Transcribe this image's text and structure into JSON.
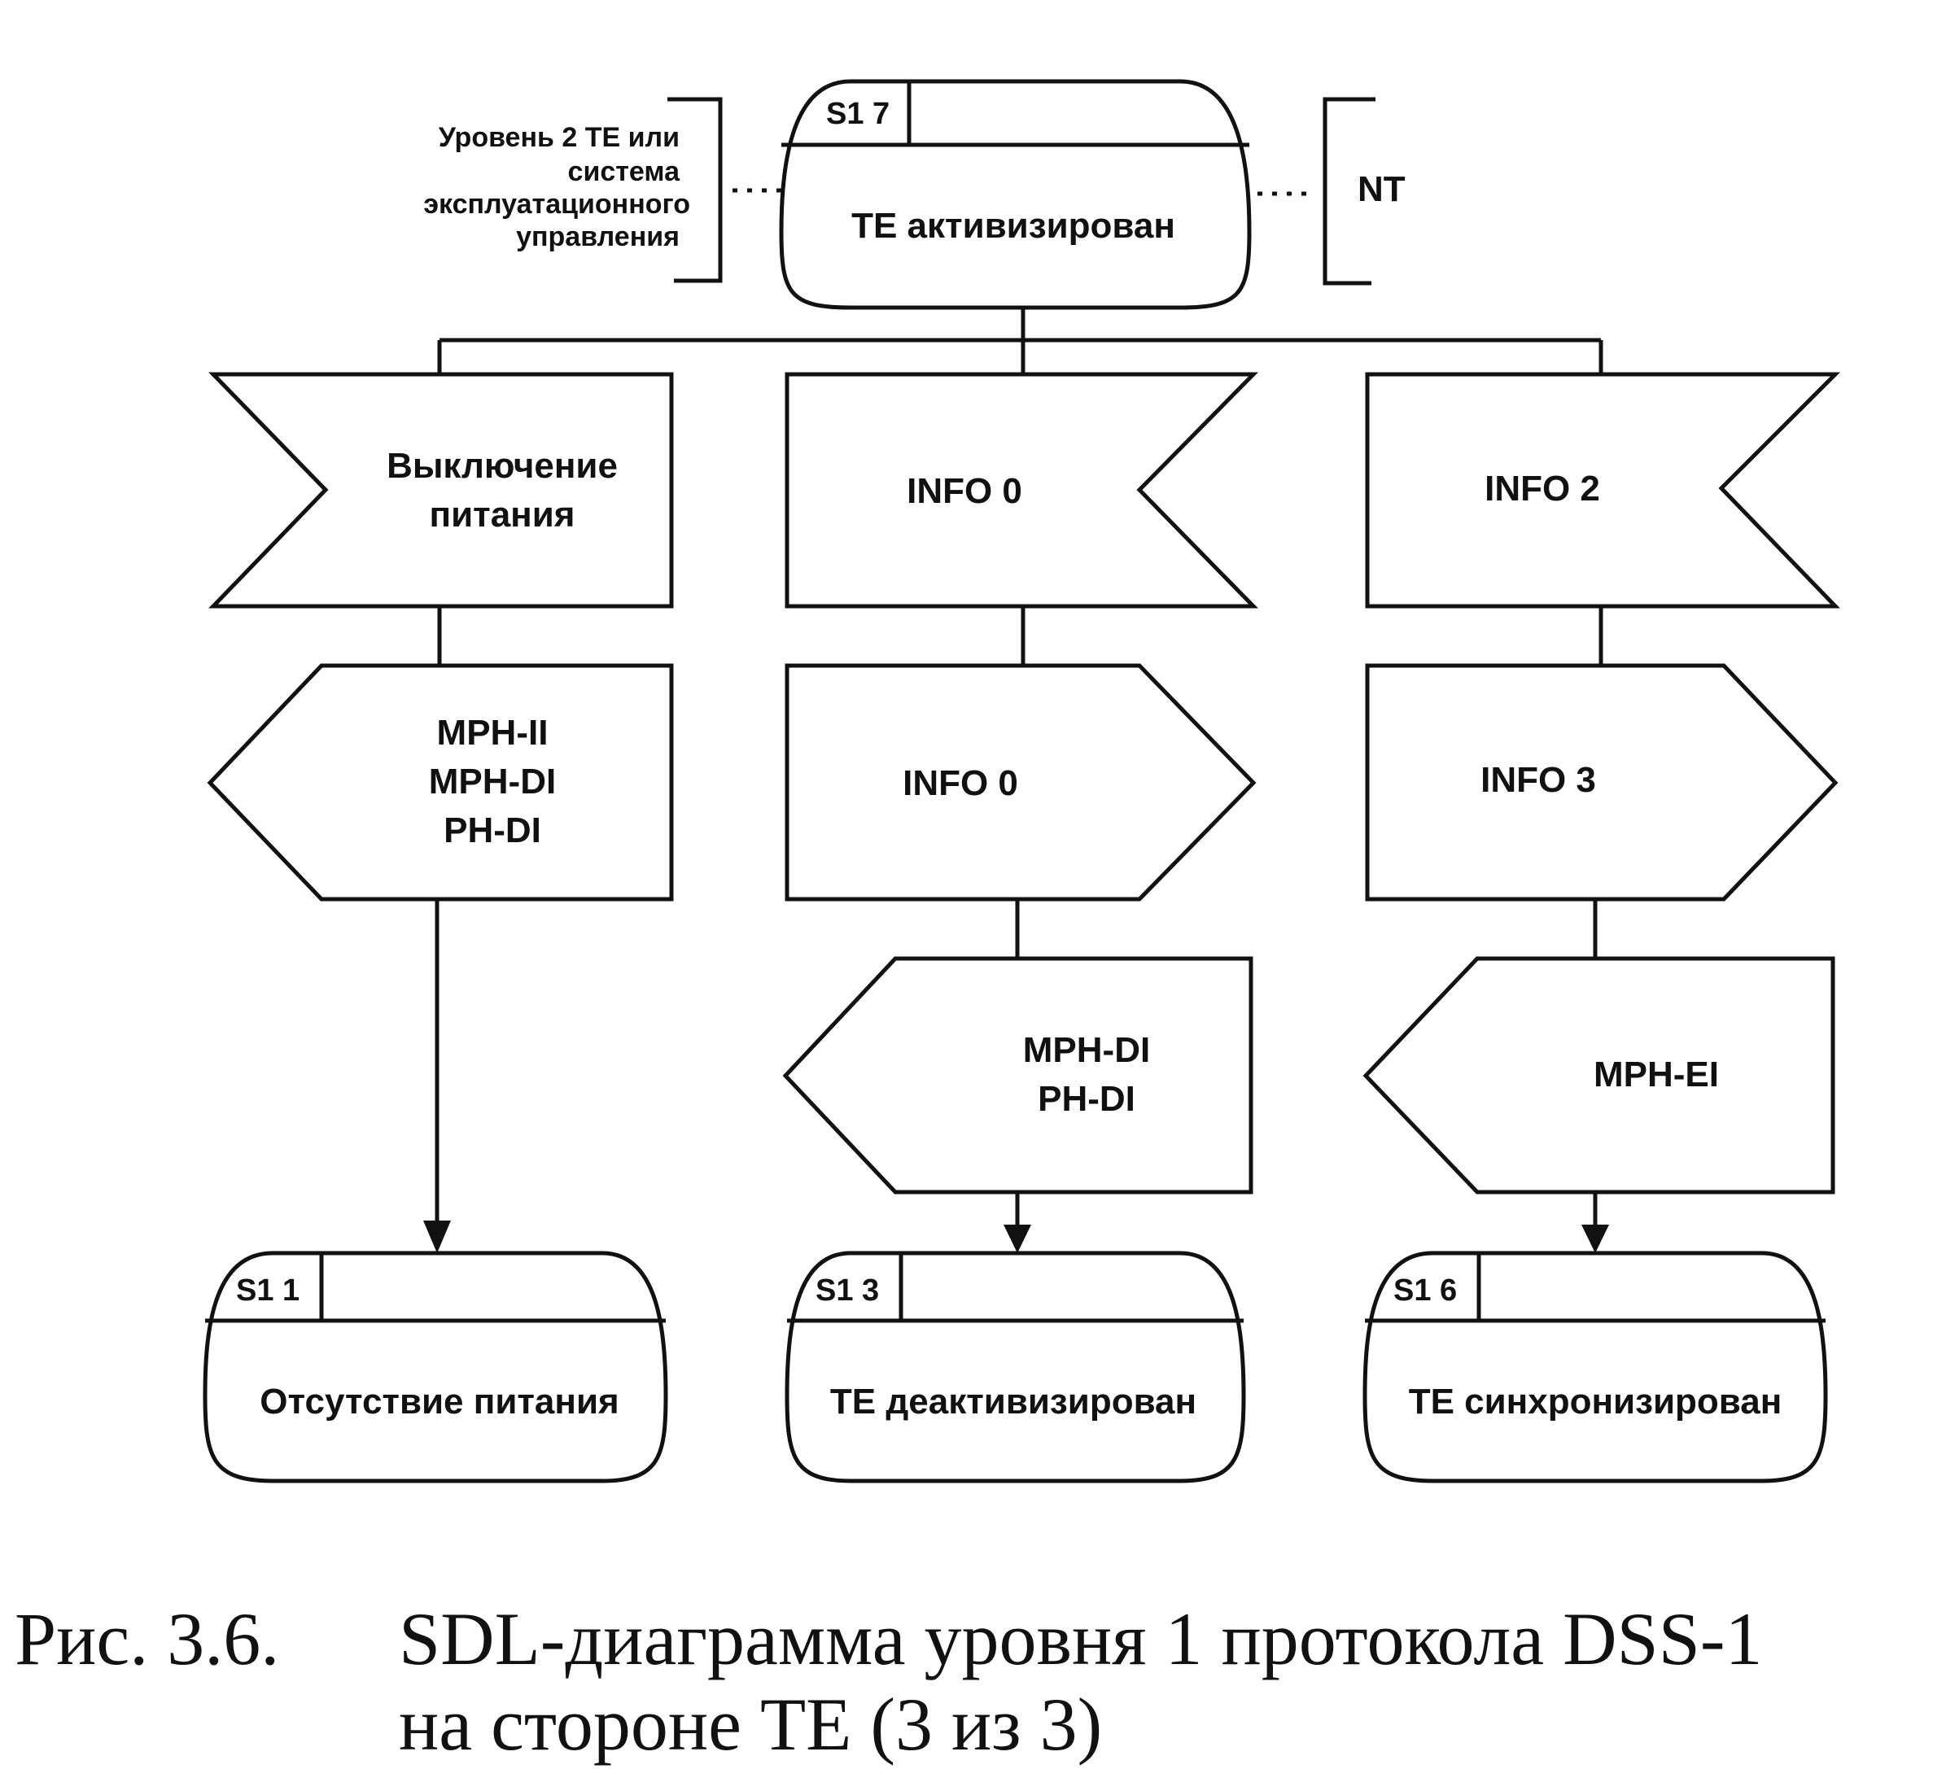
{
  "states": {
    "top": {
      "number": "S1 7",
      "name": "TE активизирован"
    },
    "left": {
      "number": "S1 1",
      "name": "Отсутствие питания"
    },
    "middle": {
      "number": "S1 3",
      "name": "TE деактивизирован"
    },
    "right": {
      "number": "S1 6",
      "name": "TE синхронизирован"
    }
  },
  "side_labels": {
    "left": [
      "Уровень 2 TE или",
      "система",
      "эксплуатационного",
      "управления"
    ],
    "right": "NT"
  },
  "inputs": {
    "left": [
      "Выключение",
      "питания"
    ],
    "middle": "INFO 0",
    "right": "INFO 2"
  },
  "outputs_row1": {
    "left": [
      "MPH-II",
      "MPH-DI",
      "PH-DI"
    ],
    "middle": "INFO 0",
    "right": "INFO 3"
  },
  "outputs_row2": {
    "middle": [
      "MPH-DI",
      "PH-DI"
    ],
    "right": "MPH-EI"
  },
  "caption": {
    "figure_number": "Рис. 3.6.",
    "line1": "SDL-диаграмма уровня 1 протокола DSS-1",
    "line2": "на стороне TE (3 из 3)"
  }
}
